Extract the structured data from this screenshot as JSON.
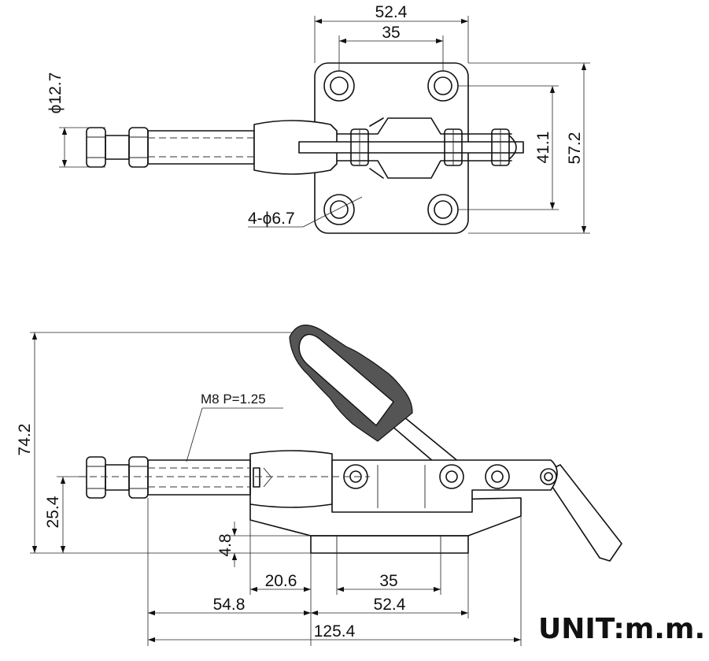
{
  "top_view": {
    "dims": {
      "base_width": "52.4",
      "hole_spacing_x": "35",
      "hole_spacing_y": "41.1",
      "base_height": "57.2",
      "knob_diameter": "ϕ12.7",
      "mount_holes": "4-ϕ6.7"
    }
  },
  "side_view": {
    "dims": {
      "total_height": "74.2",
      "axis_height": "25.4",
      "base_thickness": "4.8",
      "offset_20": "20.6",
      "hole_spacing": "35",
      "stroke_length": "54.8",
      "base_width": "52.4",
      "total_length": "125.4"
    },
    "thread_label": "M8 P=1.25"
  },
  "unit_label": "UNIT:m.m."
}
